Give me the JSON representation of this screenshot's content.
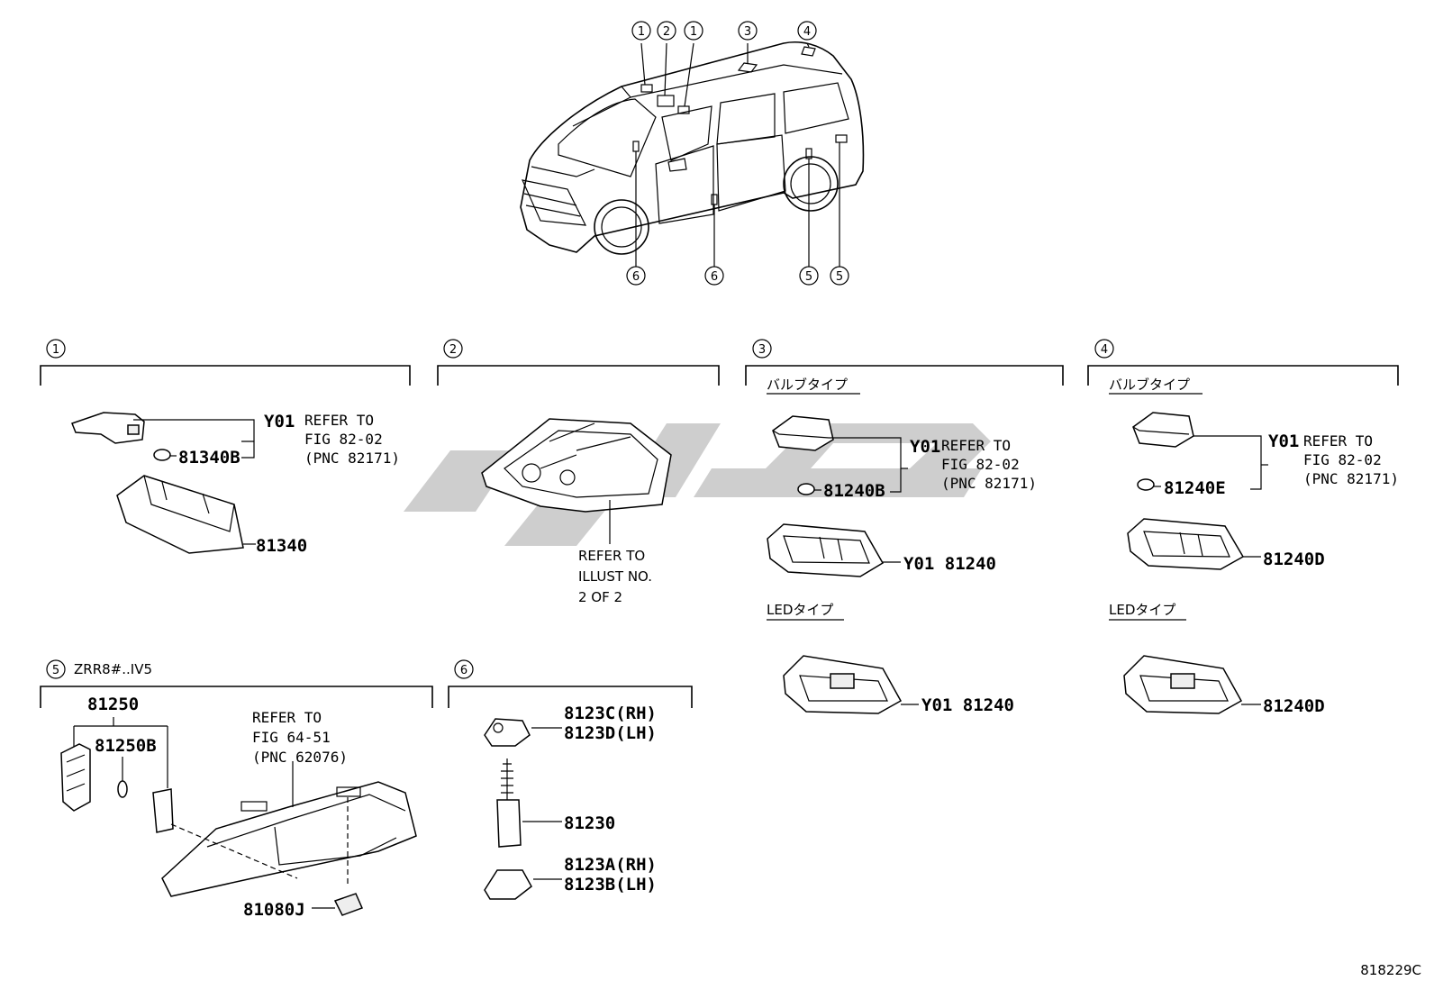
{
  "overview": {
    "callouts_top": [
      "1",
      "2",
      "1",
      "3",
      "4"
    ],
    "callouts_bottom": [
      "6",
      "6",
      "5",
      "5"
    ]
  },
  "sections": {
    "s1": {
      "number": "1",
      "y01": "Y01",
      "refer": [
        "REFER TO",
        "FIG 82-02",
        "(PNC 82171)"
      ],
      "parts": [
        "81340B",
        "81340"
      ]
    },
    "s2": {
      "number": "2",
      "refer": [
        "REFER TO",
        "ILLUST NO.",
        "2 OF 2"
      ]
    },
    "s3": {
      "number": "3",
      "bulb_type": "バルブタイプ",
      "led_type": "LEDタイプ",
      "y01": "Y01",
      "refer": [
        "REFER TO",
        "FIG 82-02",
        "(PNC 82171)"
      ],
      "parts": [
        "81240B",
        "Y01 81240",
        "Y01 81240"
      ]
    },
    "s4": {
      "number": "4",
      "bulb_type": "バルブタイプ",
      "led_type": "LEDタイプ",
      "y01": "Y01",
      "refer": [
        "REFER TO",
        "FIG 82-02",
        "(PNC 82171)"
      ],
      "parts": [
        "81240E",
        "81240D",
        "81240D"
      ]
    },
    "s5": {
      "number": "5",
      "note": "ZRR8#..IV5",
      "refer": [
        "REFER TO",
        "FIG 64-51",
        "(PNC 62076)"
      ],
      "parts": [
        "81250",
        "81250B",
        "81080J"
      ]
    },
    "s6": {
      "number": "6",
      "parts": [
        "8123C(RH)",
        "8123D(LH)",
        "81230",
        "8123A(RH)",
        "8123B(LH)"
      ]
    }
  },
  "figure_id": "818229C",
  "colors": {
    "line": "#000000",
    "watermark": "#c8c8c8",
    "background": "#ffffff"
  }
}
